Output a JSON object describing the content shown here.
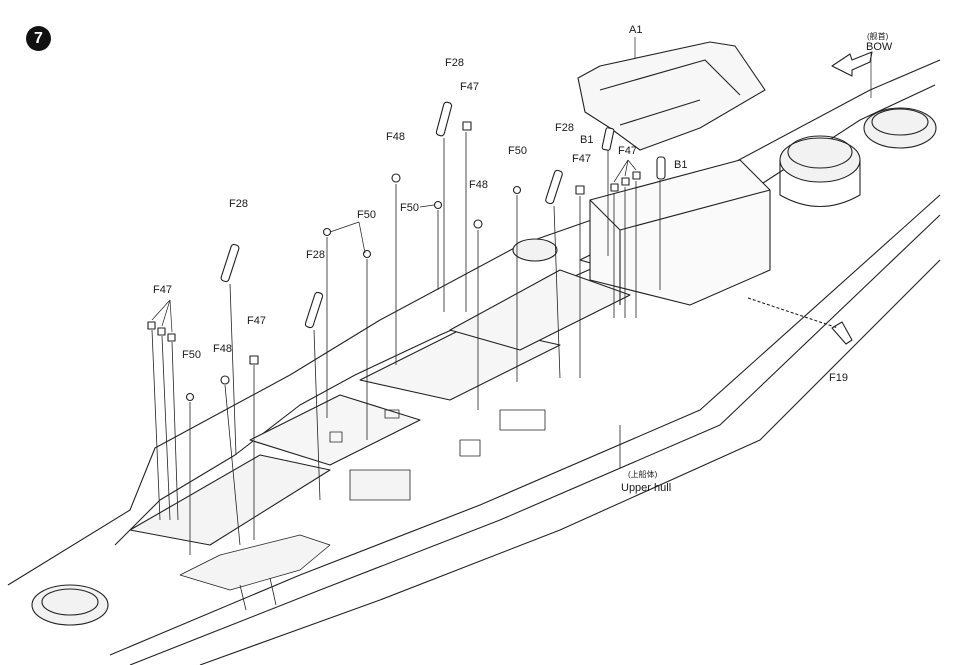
{
  "step": {
    "number": "7"
  },
  "labels": {
    "a1": "A1",
    "b1_left": "B1",
    "b1_right": "B1",
    "bow_cn": "(舰首)",
    "bow": "BOW",
    "f28_bow": "F28",
    "f47_bow": "F47",
    "f48_mid": "F48",
    "f48_mid2": "F48",
    "f50_mid": "F50",
    "f28_mid": "F28",
    "f47_mid": "F47",
    "f50_right": "F50",
    "f47_right": "F47",
    "f28_left": "F28",
    "f50_left": "F50",
    "f28_far_left": "F28",
    "f47_far_left": "F47",
    "f47_left2": "F47",
    "f48_left": "F48",
    "f50_far_left": "F50",
    "f19": "F19",
    "upper_hull_cn": "(上船体)",
    "upper_hull": "Upper hull"
  }
}
